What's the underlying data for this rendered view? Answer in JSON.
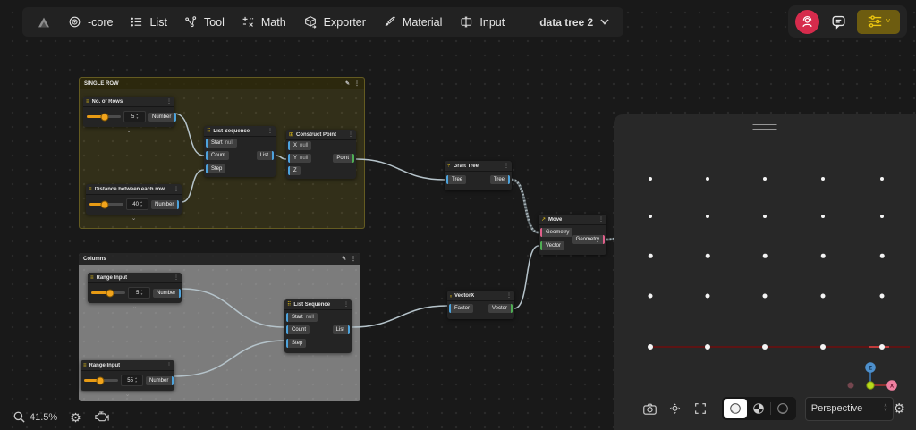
{
  "toolbar": {
    "items": [
      {
        "label": "-core"
      },
      {
        "label": "List"
      },
      {
        "label": "Tool"
      },
      {
        "label": "Math"
      },
      {
        "label": "Exporter"
      },
      {
        "label": "Material"
      },
      {
        "label": "Input"
      }
    ],
    "tree_selector_label": "data tree 2"
  },
  "groups": [
    {
      "label": "SINGLE ROW"
    },
    {
      "label": "Columns"
    }
  ],
  "nodes": [
    {
      "title": "No. of Rows",
      "value": "5",
      "output": "Number"
    },
    {
      "title": "Distance between each row",
      "value": "40",
      "output": "Number"
    },
    {
      "title": "List Sequence",
      "in0": "Start",
      "in0val": "null",
      "in1": "Count",
      "in2": "Step",
      "out0": "List"
    },
    {
      "title": "Construct Point",
      "in0": "X",
      "in0val": "null",
      "in1": "Y",
      "in1val": "null",
      "in2": "Z",
      "out0": "Point"
    },
    {
      "title": "Graft Tree",
      "in0": "Tree",
      "out0": "Tree"
    },
    {
      "title": "Move",
      "in0": "Geometry",
      "in1": "Vector",
      "out0": "Geometry"
    },
    {
      "title": "Range Input",
      "value": "5",
      "output": "Number"
    },
    {
      "title": "Range Input",
      "value": "55",
      "output": "Number"
    },
    {
      "title": "List Sequence",
      "in0": "Start",
      "in0val": "null",
      "in1": "Count",
      "in2": "Step",
      "out0": "List"
    },
    {
      "title": "VectorX",
      "in0": "Factor",
      "out0": "Vector"
    }
  ],
  "viewport": {
    "projection": "Perspective",
    "axis_x": "X",
    "axis_z": "Z",
    "points_grid": {
      "columns": 5,
      "rows": 5
    }
  },
  "statusbar": {
    "zoom_level": "41.5%"
  },
  "colors": {
    "accent_yellow": "#e9c415",
    "avatar_red": "#d62b4c",
    "port_number_blue": "#4da3dc",
    "port_vector_green": "#4fae54",
    "port_geometry_pink": "#e0608a",
    "slider_orange": "#eda21c",
    "axis_red": "#b23434",
    "axis_blue": "#3d85c8",
    "wire_gray": "#b9c6cc"
  }
}
